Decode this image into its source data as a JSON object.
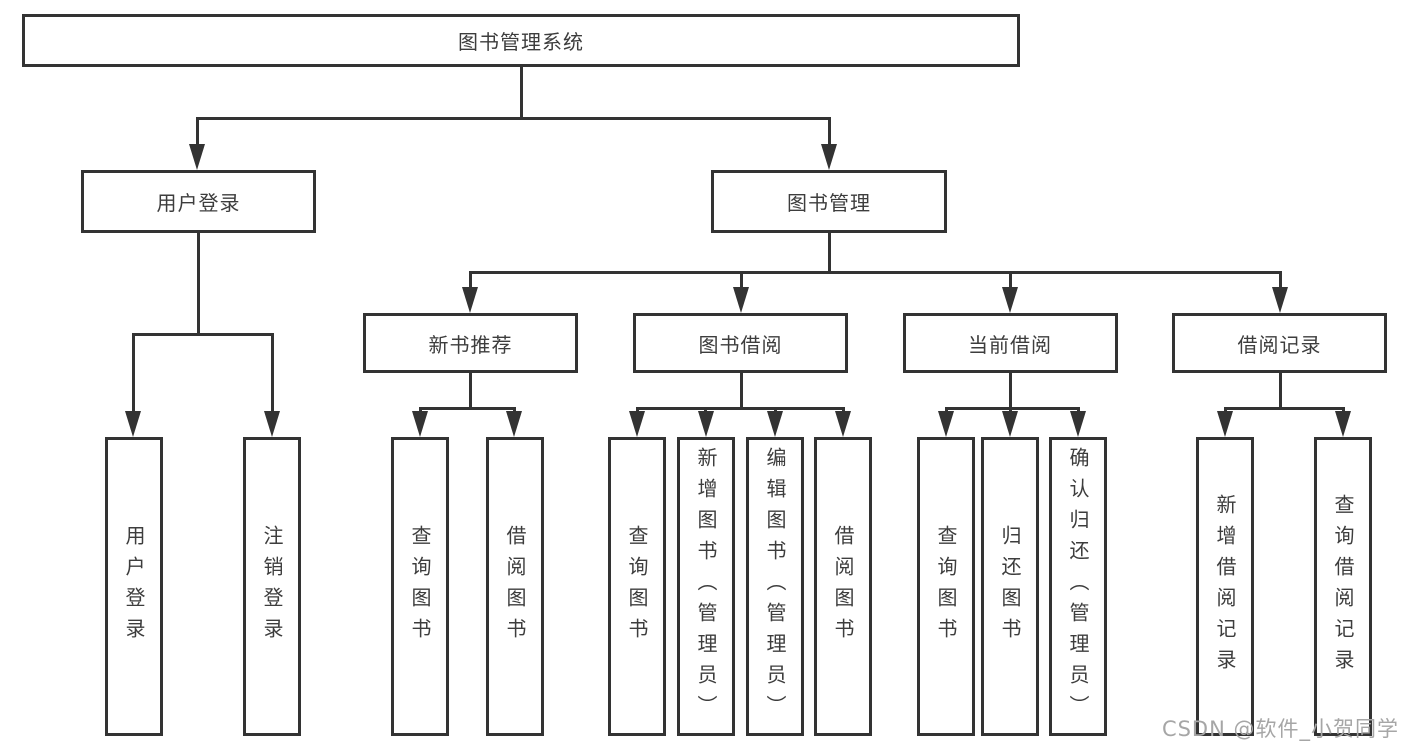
{
  "nodes": {
    "root": "图书管理系统",
    "l2": [
      "用户登录",
      "图书管理"
    ],
    "l3": [
      "新书推荐",
      "图书借阅",
      "当前借阅",
      "借阅记录"
    ],
    "leaves_login": [
      "用户登录",
      "注销登录"
    ],
    "leaves_newbook": [
      "查询图书",
      "借阅图书"
    ],
    "leaves_borrow": [
      "查询图书",
      "新增图书（管理员）",
      "编辑图书（管理员）",
      "借阅图书"
    ],
    "leaves_current": [
      "查询图书",
      "归还图书",
      "确认归还（管理员）"
    ],
    "leaves_records": [
      "新增借阅记录",
      "查询借阅记录"
    ]
  },
  "hierarchy": {
    "图书管理系统": {
      "用户登录": [
        "用户登录",
        "注销登录"
      ],
      "图书管理": {
        "新书推荐": [
          "查询图书",
          "借阅图书"
        ],
        "图书借阅": [
          "查询图书",
          "新增图书（管理员）",
          "编辑图书（管理员）",
          "借阅图书"
        ],
        "当前借阅": [
          "查询图书",
          "归还图书",
          "确认归还（管理员）"
        ],
        "借阅记录": [
          "新增借阅记录",
          "查询借阅记录"
        ]
      }
    }
  },
  "watermark": "CSDN @软件_小贺同学",
  "colors": {
    "line": "#333333",
    "text": "#3d3d3d",
    "watermark": "#a6a6a6",
    "background": "#ffffff"
  }
}
